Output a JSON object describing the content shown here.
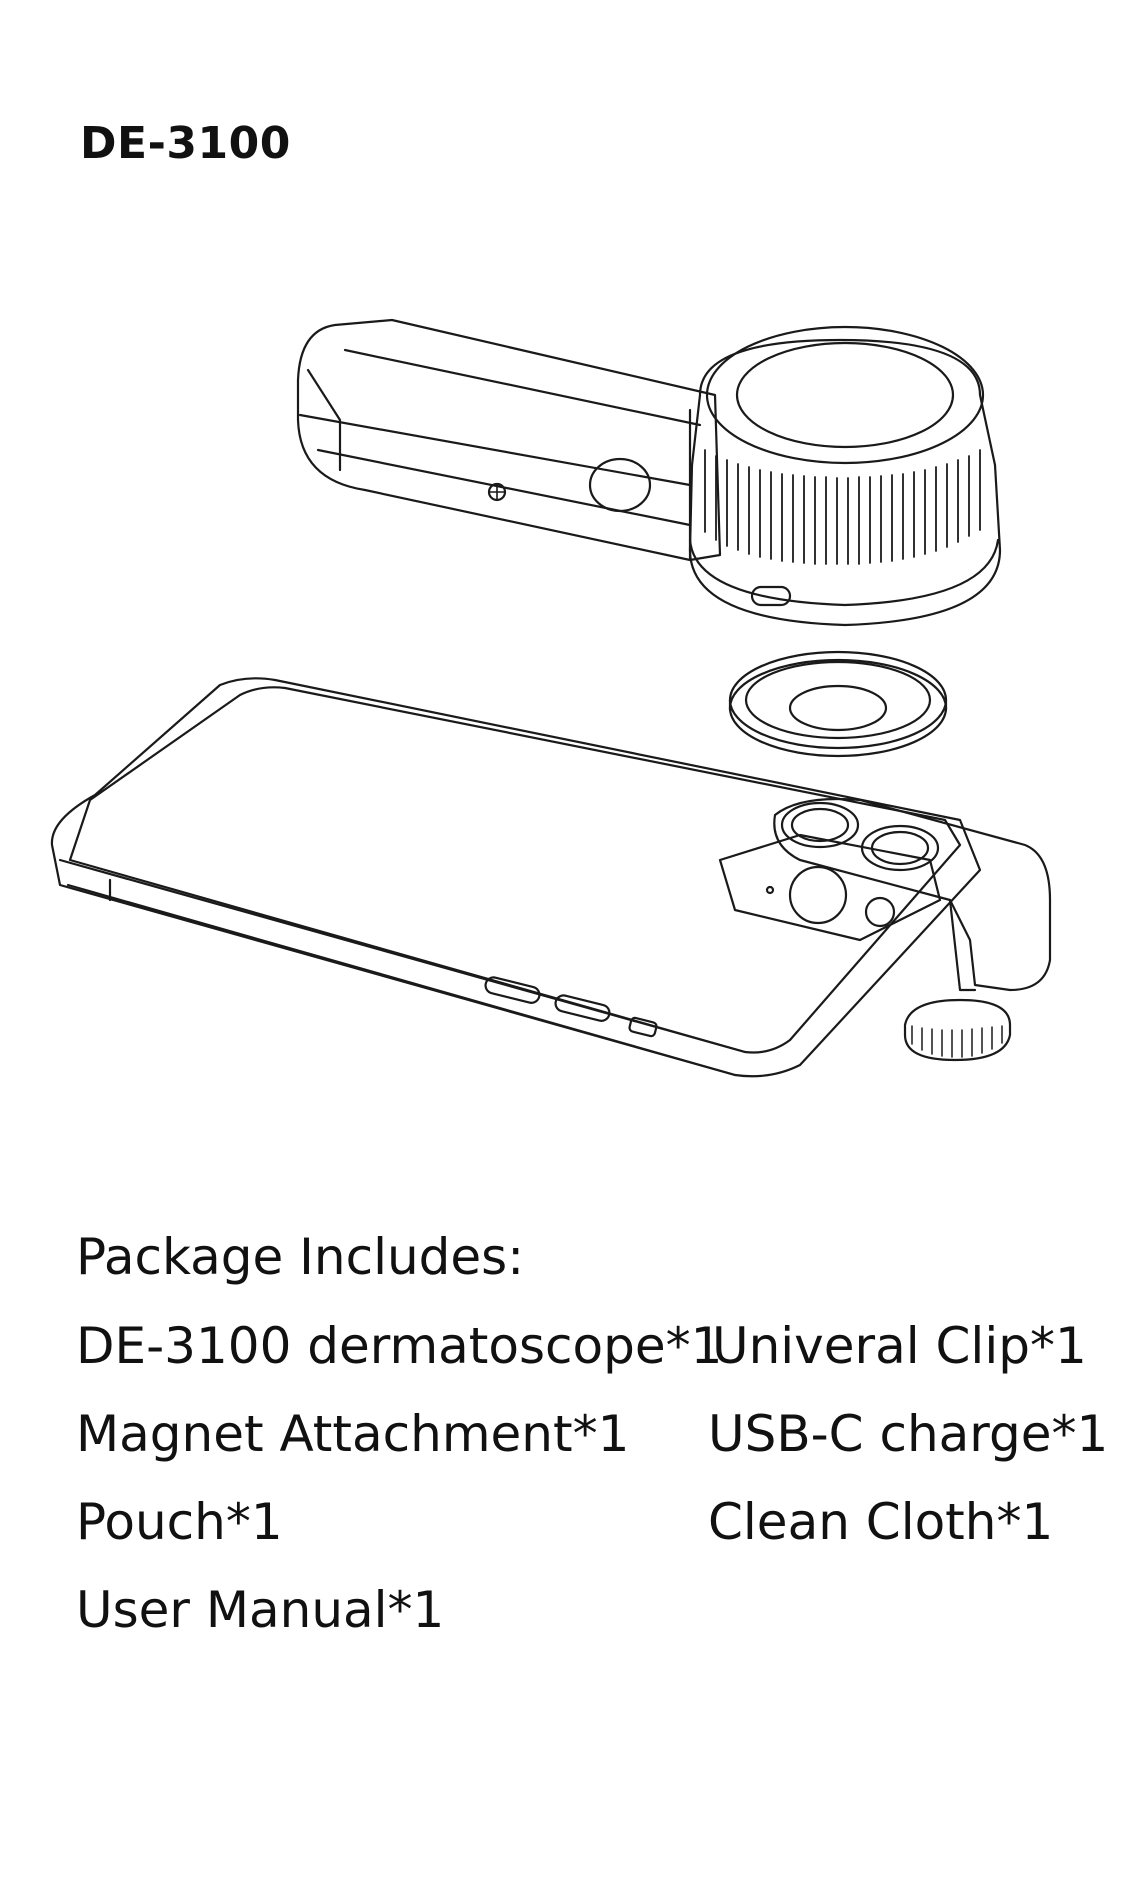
{
  "product": {
    "model": "DE-3100"
  },
  "package": {
    "heading": "Package Includes:",
    "left_items": [
      "DE-3100 dermatoscope*1",
      "Magnet Attachment*1",
      "Pouch*1",
      "User Manual*1"
    ],
    "right_items": [
      "Univeral Clip*1",
      "USB-C charge*1",
      "Clean Cloth*1"
    ]
  },
  "illustration": {
    "parts": [
      "dermatoscope-device",
      "magnet-attachment-ring",
      "smartphone-with-clip"
    ],
    "line_color": "#1a1a1a"
  }
}
